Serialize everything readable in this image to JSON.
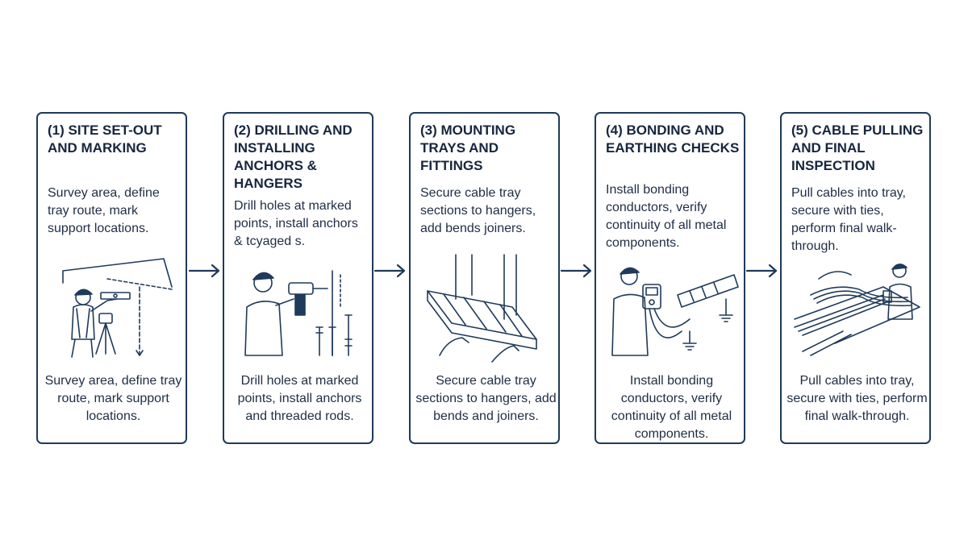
{
  "steps": [
    {
      "title": "(1) SITE SET-OUT AND MARKING",
      "top_text": "Survey area, define tray route, mark support locations.",
      "bottom_text": "Survey area, define tray route, mark support locations.",
      "illustration_icon": "surveyor-laser-level-icon"
    },
    {
      "title": "(2) DRILLING AND INSTALLING ANCHORS & HANGERS",
      "top_text": "Drill holes at marked points, install anchors & tcyaged s.",
      "bottom_text": "Drill holes at marked points, install anchors and threaded rods.",
      "illustration_icon": "worker-drill-anchors-icon"
    },
    {
      "title": "(3) MOUNTING TRAYS AND FITTINGS",
      "top_text": "Secure cable tray sections to hangers, add bends joiners.",
      "bottom_text": "Secure cable tray sections to hangers, add bends and joiners.",
      "illustration_icon": "cable-tray-mounting-icon"
    },
    {
      "title": "(4) BONDING AND EARTHING CHECKS",
      "top_text": "Install bonding conductors, verify continuity of all metal components.",
      "bottom_text": "Install bonding conductors, verify continuity of all metal components.",
      "illustration_icon": "multimeter-earthing-icon"
    },
    {
      "title": "(5) CABLE PULLING AND FINAL INSPECTION",
      "top_text": "Pull cables into tray, secure with ties, perform final walk-through.",
      "bottom_text": "Pull cables into tray, secure with ties, perform final walk-through.",
      "illustration_icon": "cable-pulling-inspection-icon"
    }
  ],
  "colors": {
    "stroke": "#1f3a5a",
    "text": "#1f2d44"
  }
}
